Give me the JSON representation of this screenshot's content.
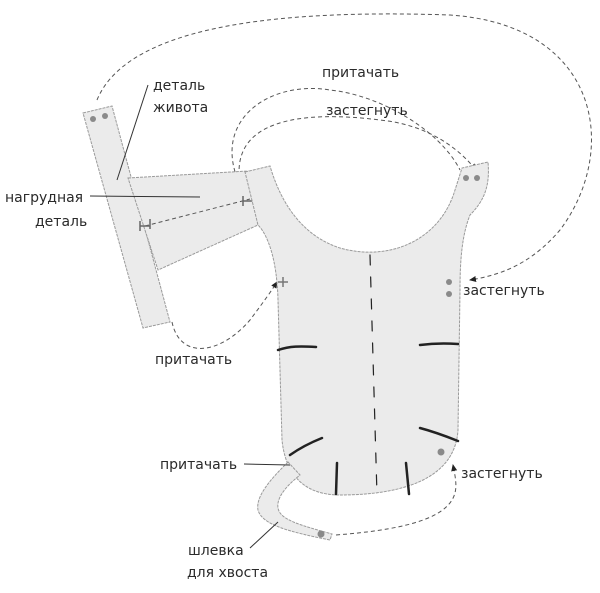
{
  "labels": {
    "belly_part_1": "деталь",
    "belly_part_2": "живота",
    "chest_part_1": "нагрудная",
    "chest_part_2": "деталь",
    "attach_top": "притачать",
    "fasten_top": "застегнуть",
    "fasten_right": "застегнуть",
    "attach_left": "притачать",
    "attach_bottom": "притачать",
    "fasten_bottom": "застегнуть",
    "tail_loop_1": "шлевка",
    "tail_loop_2": "для хвоста"
  }
}
